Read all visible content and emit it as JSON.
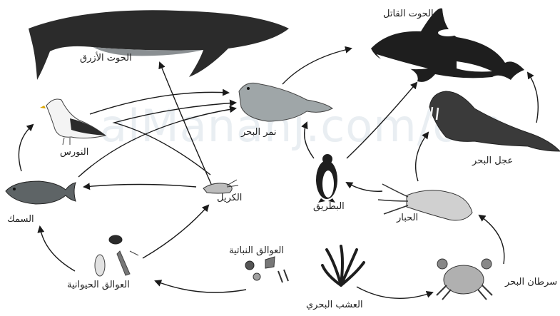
{
  "watermark": "alManahj.com/om",
  "organisms": {
    "blue_whale": "الحوت الأزرق",
    "killer_whale": "الحوت القاتل",
    "seal": "نمر البحر",
    "seagull": "النورس",
    "walrus": "عجل البحر",
    "fish": "السمك",
    "krill": "الكريل",
    "penguin": "البطريق",
    "squid": "الحبار",
    "phytoplankton": "العوالق النباتية",
    "zooplankton": "العوالق الحيوانية",
    "seaweed": "العشب البحري",
    "crab": "سرطان البحر"
  },
  "colors": {
    "arrow": "#1a1a1a",
    "animal_dark": "#2b2b2b",
    "animal_gray": "#8f9496",
    "watermark": "#e9eef2"
  }
}
